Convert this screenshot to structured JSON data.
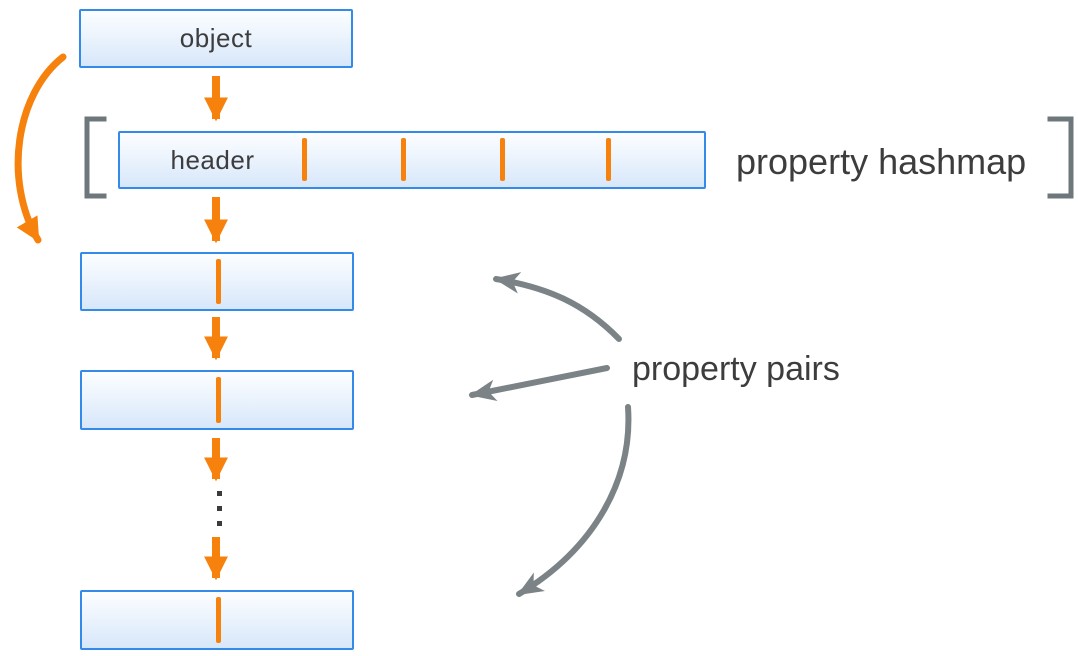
{
  "diagram": {
    "object_box": {
      "label": "object"
    },
    "hashmap": {
      "header_label": "header",
      "caption": "property hashmap",
      "slot_divider_count": 4
    },
    "pairs": {
      "caption": "property pairs",
      "visible_pair_boxes": 3,
      "ellipsis": "⋮"
    }
  },
  "colors": {
    "accent_orange": "#f6820d",
    "box_border": "#338ae8",
    "box_fill_top": "#fcfeff",
    "box_fill_bottom": "#d7e7fa",
    "gray_arrow": "#7b8387",
    "bracket_gray": "#6e777b",
    "text_dark": "#3d3d3f"
  }
}
